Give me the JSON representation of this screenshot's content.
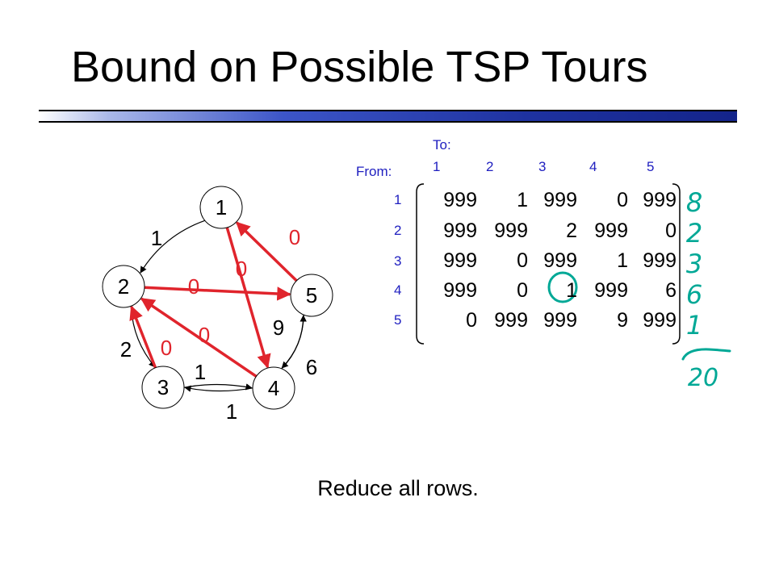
{
  "slide": {
    "title": "Bound on Possible TSP Tours",
    "caption": "Reduce all rows."
  },
  "colors": {
    "text": "#000000",
    "red_edge": "#e0242c",
    "axis_label": "#2020c0",
    "handwriting": "#00a896"
  },
  "graph": {
    "nodes": [
      {
        "id": "1",
        "label": "1"
      },
      {
        "id": "2",
        "label": "2"
      },
      {
        "id": "3",
        "label": "3"
      },
      {
        "id": "4",
        "label": "4"
      },
      {
        "id": "5",
        "label": "5"
      }
    ],
    "edges": [
      {
        "from": "1",
        "to": "2",
        "weight": "1",
        "color": "black"
      },
      {
        "from": "2",
        "to": "3",
        "weight": "2",
        "color": "black"
      },
      {
        "from": "4",
        "to": "3",
        "weight": "1",
        "color": "black"
      },
      {
        "from": "3",
        "to": "4",
        "weight": "1",
        "color": "black"
      },
      {
        "from": "4",
        "to": "5",
        "weight": "6",
        "color": "black"
      },
      {
        "from": "5",
        "to": "4",
        "weight": "9",
        "color": "black"
      },
      {
        "from": "5",
        "to": "1",
        "weight": "0",
        "color": "red"
      },
      {
        "from": "1",
        "to": "4",
        "weight": "0",
        "color": "red"
      },
      {
        "from": "2",
        "to": "5",
        "weight": "0",
        "color": "red"
      },
      {
        "from": "4",
        "to": "2",
        "weight": "0",
        "color": "red"
      },
      {
        "from": "3",
        "to": "2",
        "weight": "0",
        "color": "red"
      }
    ]
  },
  "matrix": {
    "to_label": "To:",
    "from_label": "From:",
    "col_headers": [
      "1",
      "2",
      "3",
      "4",
      "5"
    ],
    "row_headers": [
      "1",
      "2",
      "3",
      "4",
      "5"
    ],
    "rows": [
      [
        "999",
        "1",
        "999",
        "0",
        "999"
      ],
      [
        "999",
        "999",
        "2",
        "999",
        "0"
      ],
      [
        "999",
        "0",
        "999",
        "1",
        "999"
      ],
      [
        "999",
        "0",
        "1",
        "999",
        "6"
      ],
      [
        "0",
        "999",
        "999",
        "9",
        "999"
      ]
    ],
    "circled_cell": {
      "row": 4,
      "col": 3
    }
  },
  "annotations": {
    "row_mins": [
      "8",
      "2",
      "3",
      "6",
      "1"
    ],
    "total": "20"
  }
}
